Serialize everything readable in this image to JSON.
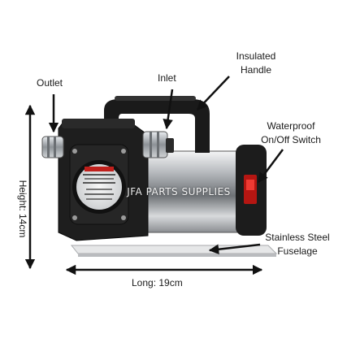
{
  "labels": {
    "outlet": "Outlet",
    "inlet": "Inlet",
    "handle_line1": "Insulated",
    "handle_line2": "Handle",
    "switch_line1": "Waterproof",
    "switch_line2": "On/Off Switch",
    "fuselage_line1": "Stainless Steel",
    "fuselage_line2": "Fuselage"
  },
  "dimensions": {
    "height": "Height: 14cm",
    "length": "Long: 19cm"
  },
  "watermark": "JFA PARTS SUPPLIES",
  "colors": {
    "pump_body": "#1c1c1c",
    "steel": "#c9ccd0",
    "switch_red": "#d0201c",
    "arrow": "#111111"
  }
}
